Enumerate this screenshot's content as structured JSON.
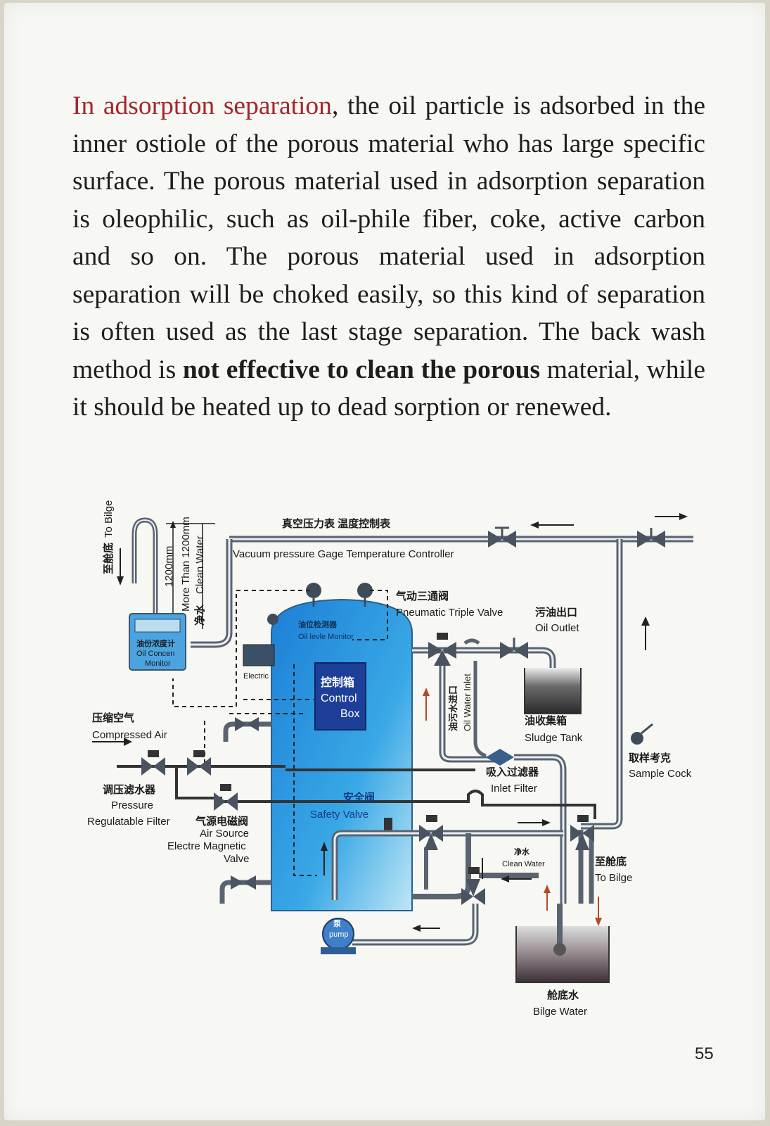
{
  "paragraph": {
    "lead": "In adsorption separation",
    "part1": ", the oil particle is adsorbed in the inner ostiole of the porous material who has large specific surface. The porous material used in adsorption separation is oleophilic, such as oil-phile fiber, coke, active carbon and so on. The porous material used in adsorption separation will be choked easily, so this kind of separation is often used as the last stage separation. The back wash method is ",
    "bold": "not effective to clean the porous",
    "part2": " material, while it should be heated up to dead sorption or renewed."
  },
  "diagram": {
    "to_bilge_cn": "至舱底",
    "to_bilge_en": "To Bilge",
    "dim_1200": "1200mm",
    "more_than_cn": "净水",
    "more_than_en": "More Than 1200mm",
    "clean_water_vert": "Clean Water",
    "gauge_cn": "真空压力表  温度控制表",
    "gauge_en": "Vacuum pressure Gage Temperature  Controller",
    "ptv_cn": "气动三通阀",
    "ptv_en": "Pneumatic  Triple Valve",
    "oil_outlet_cn": "污油出口",
    "oil_outlet_en": "Oil Outlet",
    "oil_level_cn": "油位检测器",
    "oil_level_en": "Oil levle Monitor",
    "ocm_cn": "油份浓度计",
    "ocm_en1": "Oil Concen",
    "ocm_en2": "Monitor",
    "electric_en": "Electric",
    "control_cn": "控制箱",
    "control_en1": "Control",
    "control_en2": "Box",
    "owi_cn": "油污水进口",
    "owi_en": "Oil Water Inlet",
    "sludge_cn": "油收集箱",
    "sludge_en": "Sludge  Tank",
    "air_cn": "压缩空气",
    "air_en": "Compressed   Air",
    "prf_cn": "调压滤水器",
    "prf_en1": "Pressure",
    "prf_en2": "Regulatable  Filter",
    "asv_cn": "气源电磁阀",
    "asv_en1": "Air Source",
    "asv_en2": "Electre Magnetic",
    "asv_en3": "Valve",
    "inlet_filter_cn": "吸入过滤器",
    "inlet_filter_en": "Inlet  Filter",
    "safety_cn": "安全阀",
    "safety_en": "Safety  Valve",
    "sample_cn": "取样考克",
    "sample_en": "Sample  Cock",
    "clean_cn": "净水",
    "clean_en": "Clean Water",
    "bilge2_cn": "至舱底",
    "bilge2_en": "To  Bilge",
    "pump_cn": "泵",
    "pump_en": "pump",
    "bilge_water_cn": "舱底水",
    "bilge_water_en": "Bilge  Water"
  },
  "page_number": "55",
  "colors": {
    "accent_red": "#a4262c",
    "tank_blue": "#2a8fd8",
    "pipe": "#5a6470"
  }
}
